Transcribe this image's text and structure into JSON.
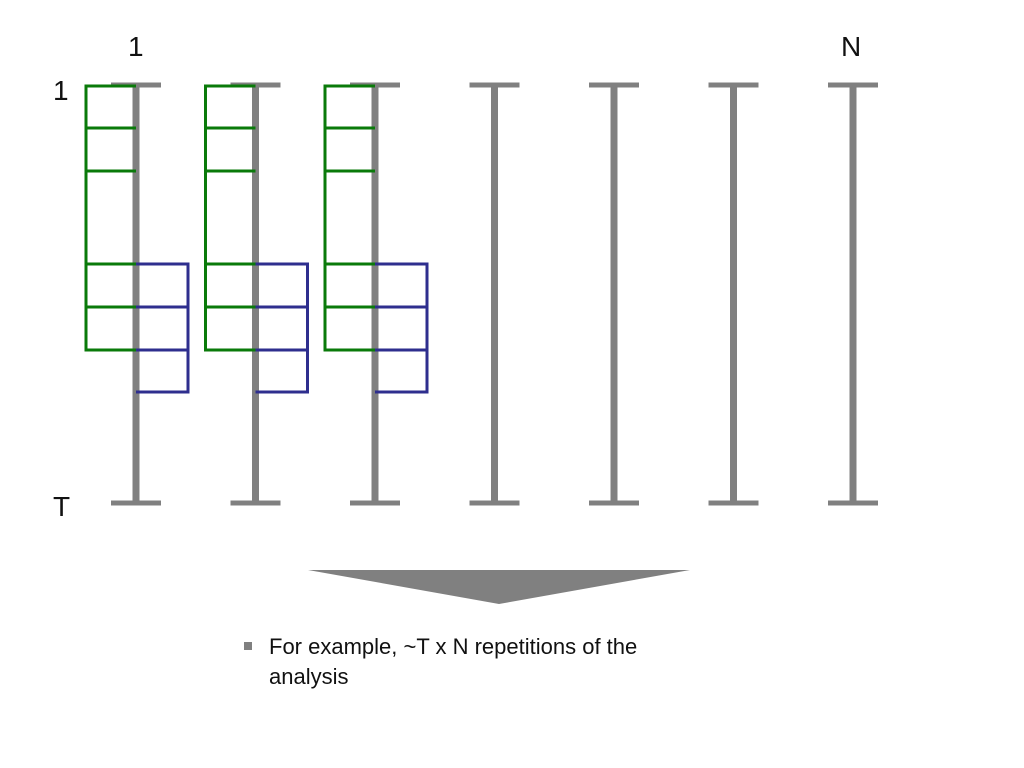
{
  "labels": {
    "top_left": "1",
    "top_right": "N",
    "row_first": "1",
    "row_last": "T"
  },
  "bullet": "For example, ~T x N repetitions of the analysis",
  "colors": {
    "column": "#808080",
    "window_green": "#0a7a0a",
    "window_blue": "#2e2e8e",
    "arrow": "#808080",
    "bullet": "#808080"
  },
  "diagram": {
    "columns": 7,
    "highlighted_columns": 3,
    "green_rungs": 6,
    "blue_rungs": 4
  }
}
